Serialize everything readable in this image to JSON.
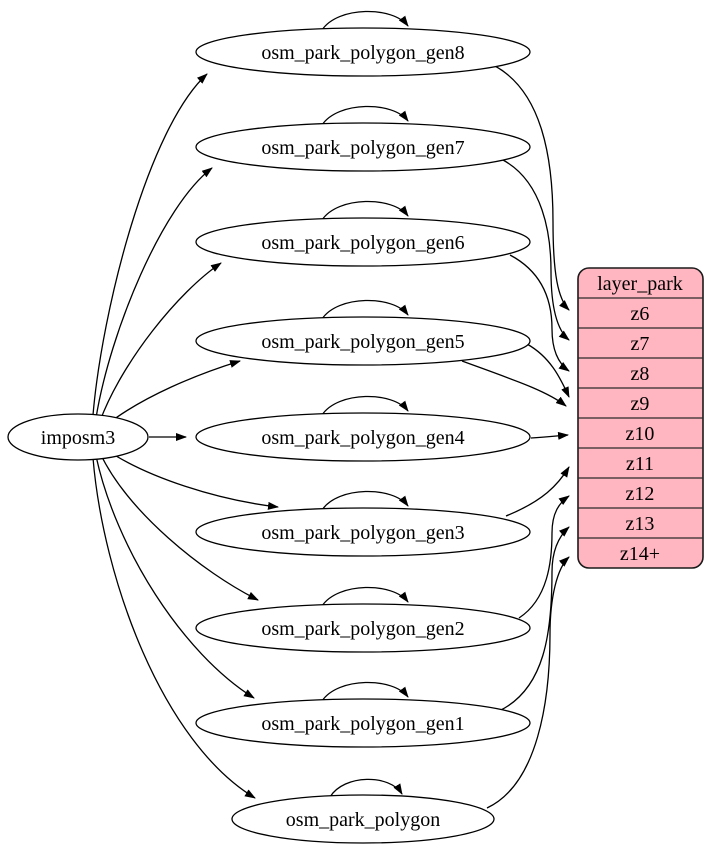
{
  "diagram": {
    "imposm3": {
      "label": "imposm3"
    },
    "tables": [
      {
        "id": "osm_park_polygon_gen8",
        "label": "osm_park_polygon_gen8"
      },
      {
        "id": "osm_park_polygon_gen7",
        "label": "osm_park_polygon_gen7"
      },
      {
        "id": "osm_park_polygon_gen6",
        "label": "osm_park_polygon_gen6"
      },
      {
        "id": "osm_park_polygon_gen5",
        "label": "osm_park_polygon_gen5"
      },
      {
        "id": "osm_park_polygon_gen4",
        "label": "osm_park_polygon_gen4"
      },
      {
        "id": "osm_park_polygon_gen3",
        "label": "osm_park_polygon_gen3"
      },
      {
        "id": "osm_park_polygon_gen2",
        "label": "osm_park_polygon_gen2"
      },
      {
        "id": "osm_park_polygon_gen1",
        "label": "osm_park_polygon_gen1"
      },
      {
        "id": "osm_park_polygon",
        "label": "osm_park_polygon"
      }
    ],
    "layer_park": {
      "title": "layer_park",
      "rows": [
        "z6",
        "z7",
        "z8",
        "z9",
        "z10",
        "z11",
        "z12",
        "z13",
        "z14+"
      ],
      "fill": "#ffb6c1",
      "stroke": "#1a1a1a"
    },
    "colors": {
      "edge": "#000000",
      "node_fill": "#ffffff",
      "background": "#ffffff"
    },
    "edges": [
      {
        "from": "imposm3",
        "to": "osm_park_polygon_gen8"
      },
      {
        "from": "imposm3",
        "to": "osm_park_polygon_gen7"
      },
      {
        "from": "imposm3",
        "to": "osm_park_polygon_gen6"
      },
      {
        "from": "imposm3",
        "to": "osm_park_polygon_gen5"
      },
      {
        "from": "imposm3",
        "to": "osm_park_polygon_gen4"
      },
      {
        "from": "imposm3",
        "to": "osm_park_polygon_gen3"
      },
      {
        "from": "imposm3",
        "to": "osm_park_polygon_gen2"
      },
      {
        "from": "imposm3",
        "to": "osm_park_polygon_gen1"
      },
      {
        "from": "imposm3",
        "to": "osm_park_polygon"
      },
      {
        "from": "osm_park_polygon_gen8",
        "to": "osm_park_polygon_gen8",
        "type": "self"
      },
      {
        "from": "osm_park_polygon_gen7",
        "to": "osm_park_polygon_gen7",
        "type": "self"
      },
      {
        "from": "osm_park_polygon_gen6",
        "to": "osm_park_polygon_gen6",
        "type": "self"
      },
      {
        "from": "osm_park_polygon_gen5",
        "to": "osm_park_polygon_gen5",
        "type": "self"
      },
      {
        "from": "osm_park_polygon_gen4",
        "to": "osm_park_polygon_gen4",
        "type": "self"
      },
      {
        "from": "osm_park_polygon_gen3",
        "to": "osm_park_polygon_gen3",
        "type": "self"
      },
      {
        "from": "osm_park_polygon_gen2",
        "to": "osm_park_polygon_gen2",
        "type": "self"
      },
      {
        "from": "osm_park_polygon_gen1",
        "to": "osm_park_polygon_gen1",
        "type": "self"
      },
      {
        "from": "osm_park_polygon",
        "to": "osm_park_polygon",
        "type": "self"
      },
      {
        "from": "osm_park_polygon_gen8",
        "to": "layer_park:z6"
      },
      {
        "from": "osm_park_polygon_gen7",
        "to": "layer_park:z7"
      },
      {
        "from": "osm_park_polygon_gen6",
        "to": "layer_park:z8"
      },
      {
        "from": "osm_park_polygon_gen5",
        "to": "layer_park:z9"
      },
      {
        "from": "osm_park_polygon_gen4",
        "to": "layer_park:z10"
      },
      {
        "from": "osm_park_polygon_gen3",
        "to": "layer_park:z11"
      },
      {
        "from": "osm_park_polygon_gen2",
        "to": "layer_park:z12"
      },
      {
        "from": "osm_park_polygon_gen1",
        "to": "layer_park:z13"
      },
      {
        "from": "osm_park_polygon",
        "to": "layer_park:z14+"
      }
    ]
  }
}
